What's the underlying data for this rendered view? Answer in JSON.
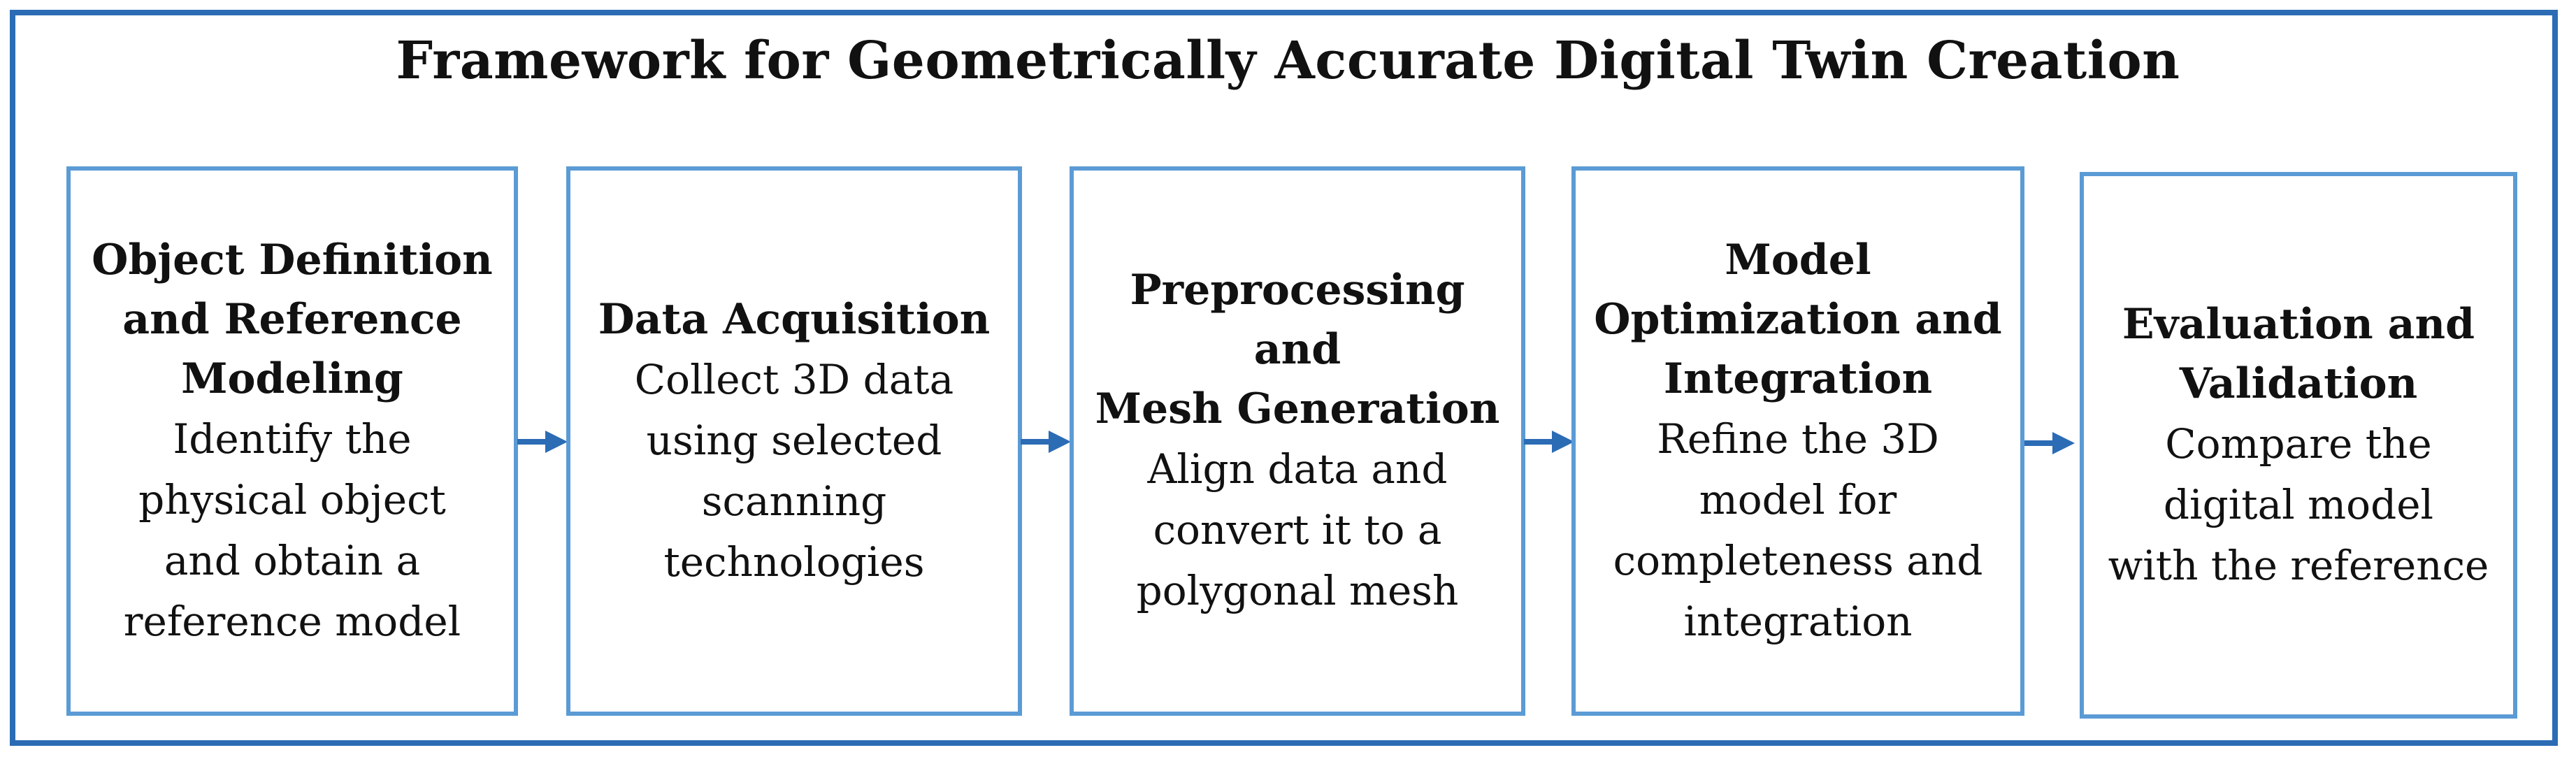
{
  "title": "Framework for Geometrically Accurate Digital Twin Creation",
  "colors": {
    "frame_border": "#2b6cb5",
    "box_border": "#5b9bd5",
    "arrow": "#2b6cb5"
  },
  "steps": [
    {
      "title_lines": [
        "Object Definition",
        "and Reference",
        "Modeling"
      ],
      "desc_lines": [
        "Identify the",
        "physical object",
        "and obtain a",
        "reference model"
      ]
    },
    {
      "title_lines": [
        "Data Acquisition"
      ],
      "desc_lines": [
        "Collect 3D data",
        "using selected",
        "scanning",
        "technologies"
      ]
    },
    {
      "title_lines": [
        "Preprocessing and",
        "Mesh Generation"
      ],
      "desc_lines": [
        "Align data and",
        "convert it to a",
        "polygonal mesh"
      ]
    },
    {
      "title_lines": [
        "Model",
        "Optimization and",
        "Integration"
      ],
      "desc_lines": [
        "Refine the 3D",
        "model for",
        "completeness and",
        "integration"
      ]
    },
    {
      "title_lines": [
        "Evaluation and",
        "Validation"
      ],
      "desc_lines": [
        "Compare the",
        "digital model",
        "with the reference"
      ]
    }
  ],
  "arrows": [
    "right-arrow-icon",
    "right-arrow-icon",
    "right-arrow-icon",
    "right-arrow-icon"
  ]
}
